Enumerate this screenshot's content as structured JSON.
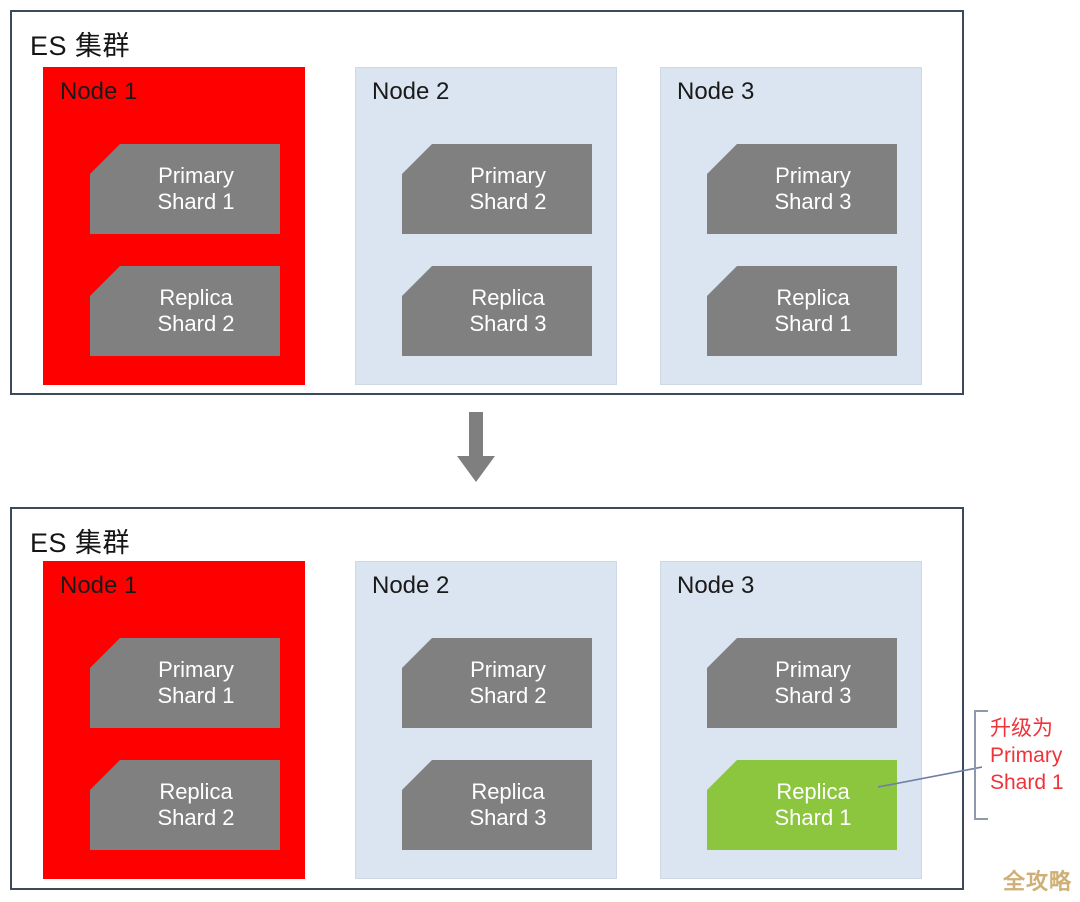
{
  "watermark": "全攻略",
  "clusters": [
    {
      "id": "top",
      "title": "ES 集群",
      "nodes": [
        {
          "label": "Node 1",
          "state": "failed",
          "color": "#ff0000",
          "shards": [
            {
              "kind": "Primary",
              "name": "Shard 1",
              "color": "#808080",
              "state": "normal"
            },
            {
              "kind": "Replica",
              "name": "Shard 2",
              "color": "#808080",
              "state": "normal"
            }
          ]
        },
        {
          "label": "Node 2",
          "state": "normal",
          "color": "#dbe5f1",
          "shards": [
            {
              "kind": "Primary",
              "name": "Shard 2",
              "color": "#808080",
              "state": "normal"
            },
            {
              "kind": "Replica",
              "name": "Shard 3",
              "color": "#808080",
              "state": "normal"
            }
          ]
        },
        {
          "label": "Node 3",
          "state": "normal",
          "color": "#dbe5f1",
          "shards": [
            {
              "kind": "Primary",
              "name": "Shard 3",
              "color": "#808080",
              "state": "normal"
            },
            {
              "kind": "Replica",
              "name": "Shard 1",
              "color": "#808080",
              "state": "normal"
            }
          ]
        }
      ]
    },
    {
      "id": "bottom",
      "title": "ES 集群",
      "nodes": [
        {
          "label": "Node 1",
          "state": "failed",
          "color": "#ff0000",
          "shards": [
            {
              "kind": "Primary",
              "name": "Shard 1",
              "color": "#808080",
              "state": "normal"
            },
            {
              "kind": "Replica",
              "name": "Shard 2",
              "color": "#808080",
              "state": "normal"
            }
          ]
        },
        {
          "label": "Node 2",
          "state": "normal",
          "color": "#dbe5f1",
          "shards": [
            {
              "kind": "Primary",
              "name": "Shard 2",
              "color": "#808080",
              "state": "normal"
            },
            {
              "kind": "Replica",
              "name": "Shard 3",
              "color": "#808080",
              "state": "normal"
            }
          ]
        },
        {
          "label": "Node 3",
          "state": "normal",
          "color": "#dbe5f1",
          "shards": [
            {
              "kind": "Primary",
              "name": "Shard 3",
              "color": "#808080",
              "state": "normal"
            },
            {
              "kind": "Replica",
              "name": "Shard 1",
              "color": "#8cc63f",
              "state": "promoted"
            }
          ]
        }
      ]
    }
  ],
  "annotation": {
    "line1": "升级为",
    "line2": "Primary",
    "line3": "Shard 1",
    "color": "#f0333a"
  },
  "arrow": {
    "icon": "down-arrow-icon",
    "color": "#7f7f7f"
  }
}
